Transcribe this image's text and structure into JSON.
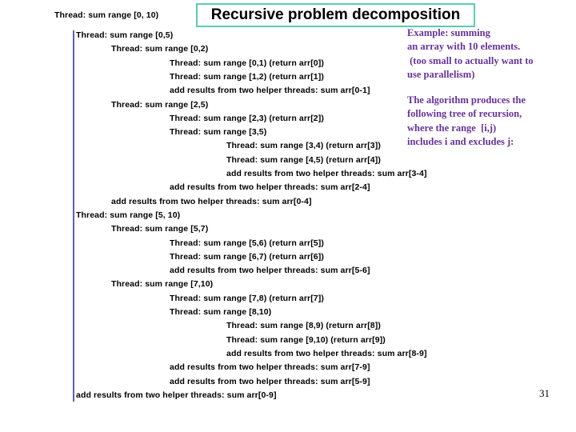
{
  "title": "Recursive problem decomposition",
  "page_number": "31",
  "colors": {
    "title_border": "#5bcbb0",
    "tree_guide_line": "#5c5cc6",
    "side_note_text": "#663399",
    "tree_text": "#000000"
  },
  "side_note": {
    "paragraph1_lines": [
      "Example: summing",
      "an array with 10 elements.",
      " (too small to actually want to",
      "use parallelism)"
    ],
    "paragraph2_lines": [
      "The algorithm produces the",
      "following tree of recursion,",
      "where the range  [i,j)",
      "includes i and excludes j:"
    ]
  },
  "tree": {
    "lines": [
      {
        "level": 0,
        "text": "Thread: sum range [0, 10)"
      },
      {
        "level": 1,
        "text": "Thread: sum range [0,5)"
      },
      {
        "level": 2,
        "text": "Thread: sum range [0,2)"
      },
      {
        "level": 3,
        "text": "Thread: sum range [0,1) (return arr[0])"
      },
      {
        "level": 3,
        "text": "Thread: sum range [1,2) (return arr[1])"
      },
      {
        "level": 3,
        "text": "add results from two helper threads: sum arr[0-1]"
      },
      {
        "level": 2,
        "text": "Thread: sum range [2,5)"
      },
      {
        "level": 3,
        "text": "Thread: sum range [2,3) (return arr[2])"
      },
      {
        "level": 3,
        "text": "Thread: sum range [3,5)"
      },
      {
        "level": 4,
        "text": "Thread: sum range [3,4) (return arr[3])"
      },
      {
        "level": 4,
        "text": "Thread: sum range [4,5) (return arr[4])"
      },
      {
        "level": 4,
        "text": "add results from two helper threads: sum arr[3-4]"
      },
      {
        "level": 3,
        "text": "add results from two helper threads: sum arr[2-4]"
      },
      {
        "level": 2,
        "text": "add results from two helper threads: sum arr[0-4]"
      },
      {
        "level": 1,
        "text": "Thread: sum range [5, 10)"
      },
      {
        "level": 2,
        "text": "Thread: sum range [5,7)"
      },
      {
        "level": 3,
        "text": "Thread: sum range [5,6) (return arr[5])"
      },
      {
        "level": 3,
        "text": "Thread: sum range [6,7) (return arr[6])"
      },
      {
        "level": 3,
        "text": "add results from two helper threads: sum arr[5-6]"
      },
      {
        "level": 2,
        "text": "Thread: sum range [7,10)"
      },
      {
        "level": 3,
        "text": "Thread: sum range [7,8) (return arr[7])"
      },
      {
        "level": 3,
        "text": "Thread: sum range [8,10)"
      },
      {
        "level": 4,
        "text": "Thread: sum range [8,9) (return arr[8])"
      },
      {
        "level": 4,
        "text": "Thread: sum range [9,10) (return arr[9])"
      },
      {
        "level": 4,
        "text": "add results from two helper threads: sum arr[8-9]"
      },
      {
        "level": 3,
        "text": "add results from two helper threads: sum arr[7-9]"
      },
      {
        "level": 3,
        "text": "add results from two helper threads: sum arr[5-9]"
      },
      {
        "level": 1,
        "text": "add results from two helper threads: sum arr[0-9]"
      }
    ]
  }
}
